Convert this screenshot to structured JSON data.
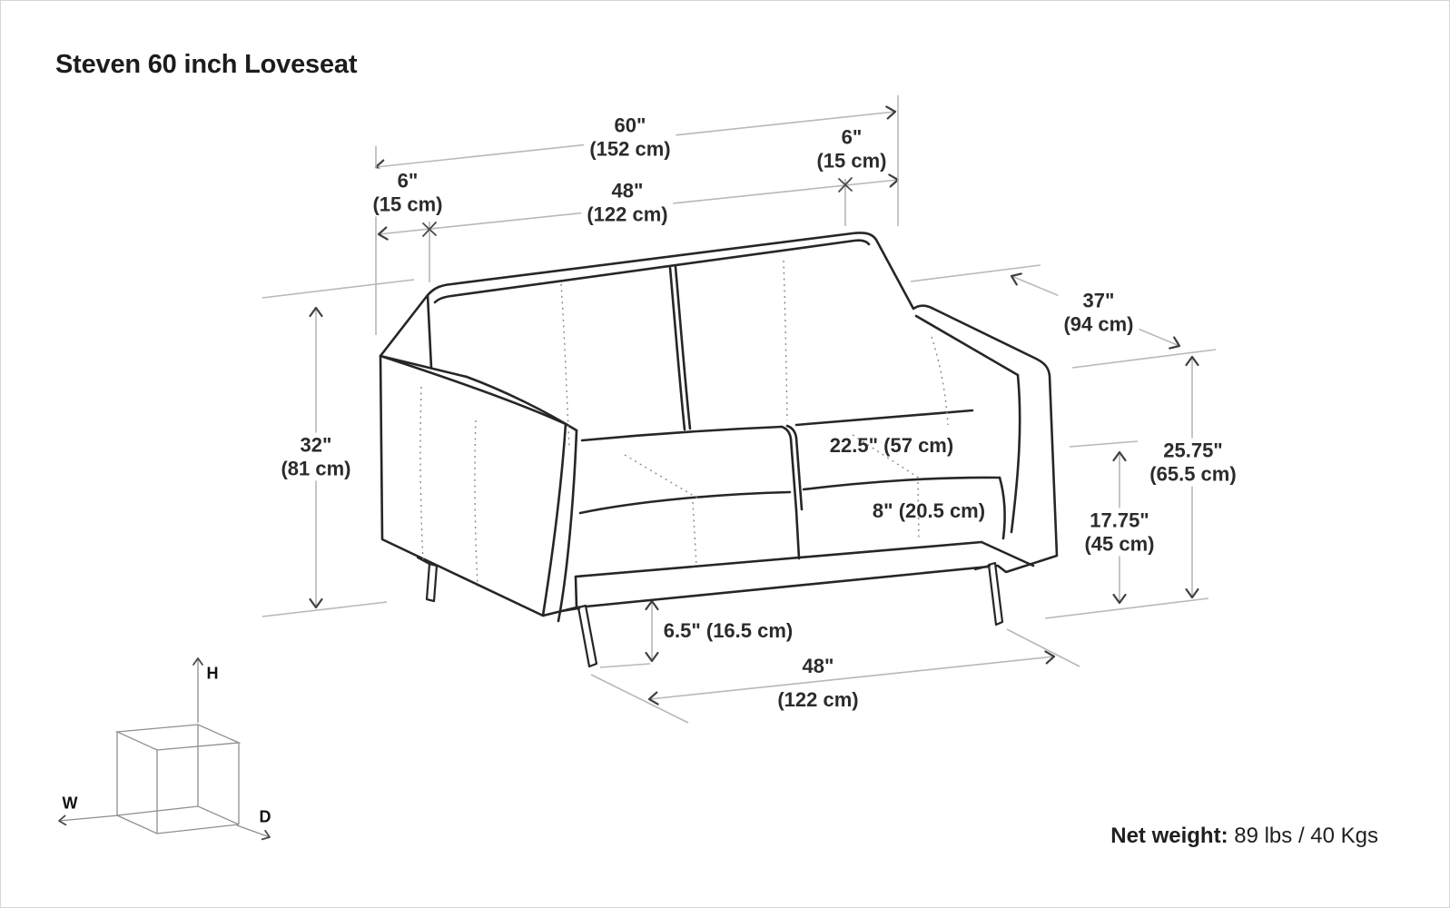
{
  "page": {
    "title": "Steven 60 inch Loveseat",
    "net_weight_label": "Net weight:",
    "net_weight_value": "89 lbs / 40 Kgs"
  },
  "axes": {
    "height": "H",
    "width": "W",
    "depth": "D"
  },
  "dimensions": {
    "overall_width": {
      "in": "60\"",
      "cm": "(152 cm)"
    },
    "left_arm_width": {
      "in": "6\"",
      "cm": "(15 cm)"
    },
    "right_arm_width": {
      "in": "6\"",
      "cm": "(15 cm)"
    },
    "interior_width": {
      "in": "48\"",
      "cm": "(122 cm)"
    },
    "overall_depth": {
      "in": "37\"",
      "cm": "(94 cm)"
    },
    "overall_height": {
      "in": "32\"",
      "cm": "(81 cm)"
    },
    "arm_height": {
      "in": "25.75\"",
      "cm": "(65.5 cm)"
    },
    "seat_height": {
      "in": "17.75\"",
      "cm": "(45 cm)"
    },
    "seat_depth": {
      "text": "22.5\" (57 cm)"
    },
    "seat_cushion_height": {
      "text": "8\" (20.5 cm)"
    },
    "leg_height": {
      "text": "6.5\" (16.5 cm)"
    },
    "base_width": {
      "in": "48\"",
      "cm": "(122 cm)"
    }
  },
  "colors": {
    "sofa_line": "#262626",
    "dimension_line": "#b8b8b8",
    "arrow": "#3f3f3f",
    "text": "#2b2b2b",
    "cube_line": "#8f8f8f",
    "background": "#ffffff"
  }
}
